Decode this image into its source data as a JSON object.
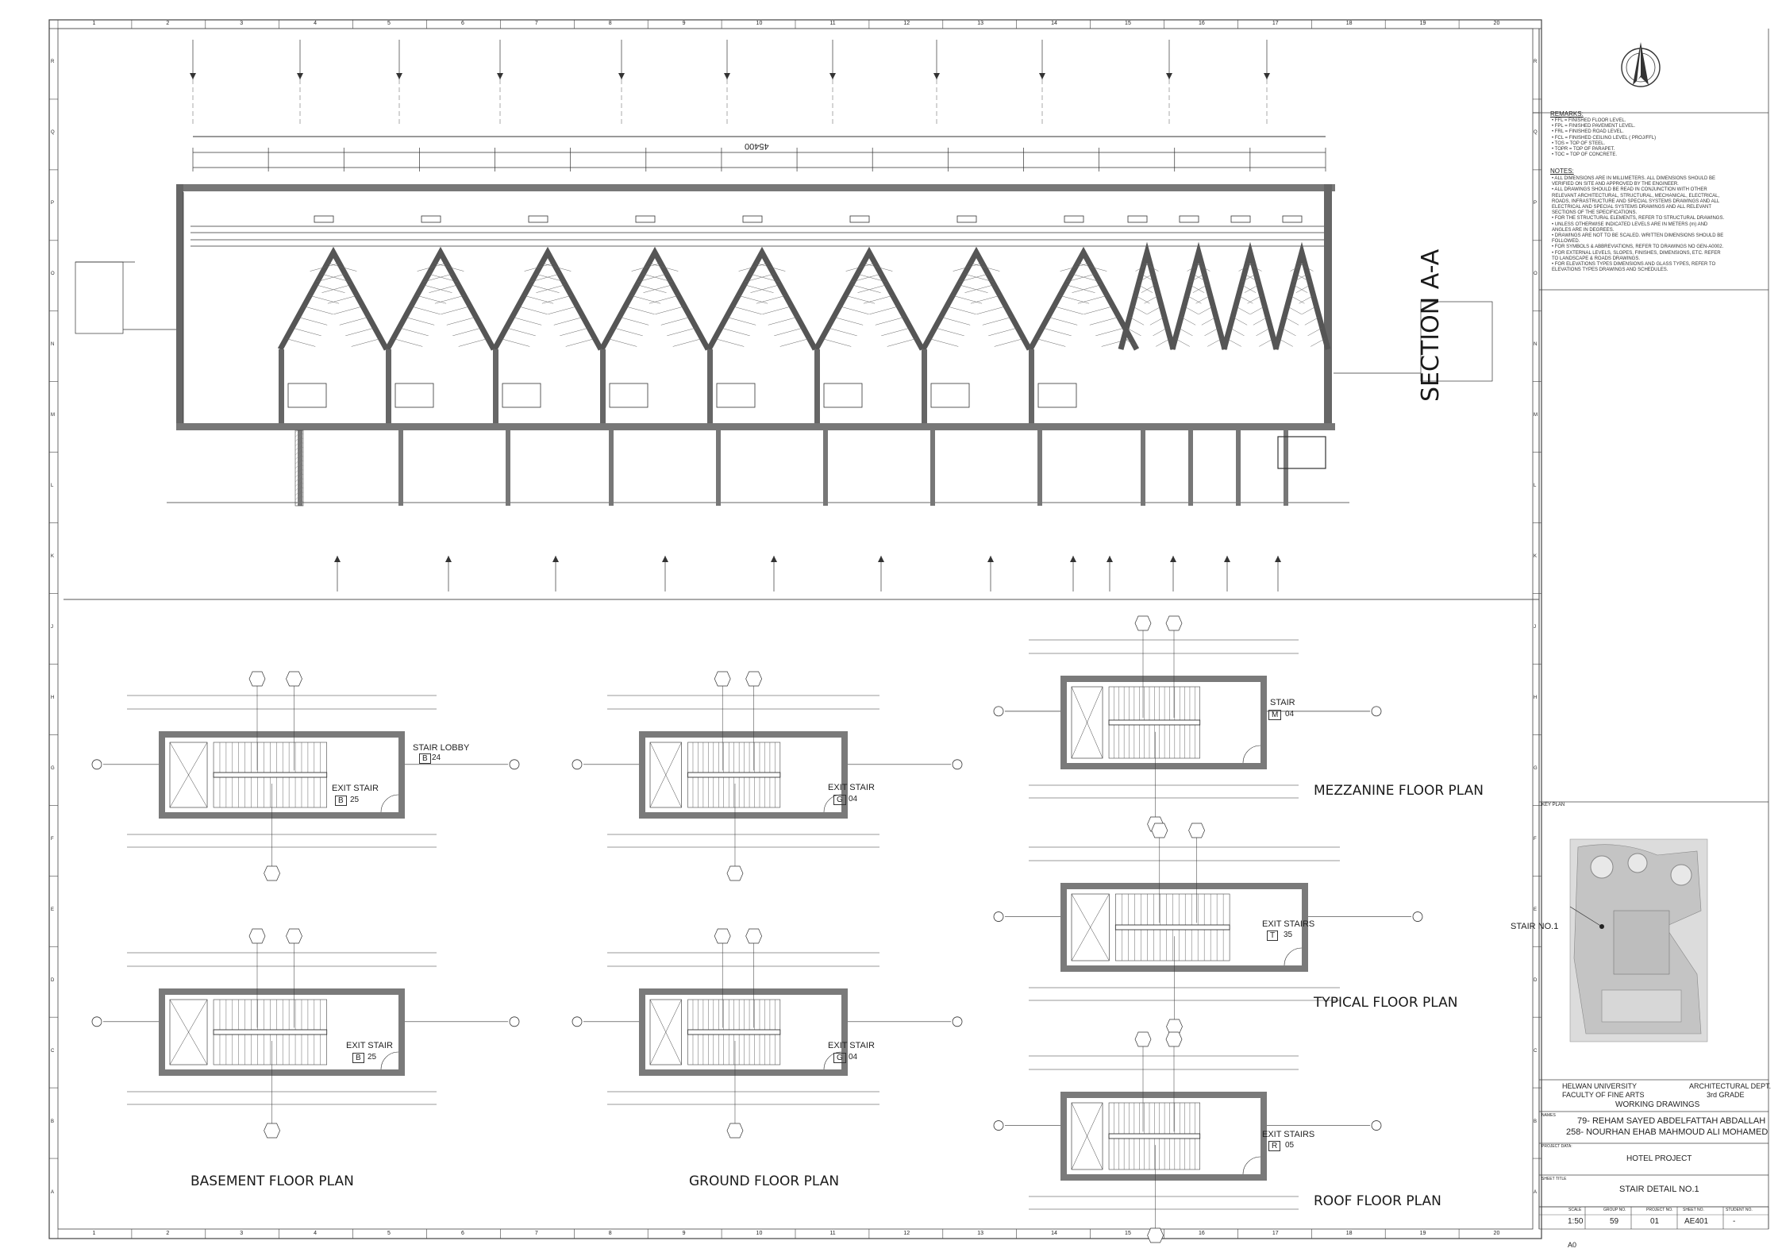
{
  "grid": {
    "columns": [
      "1",
      "2",
      "3",
      "4",
      "5",
      "6",
      "7",
      "8",
      "9",
      "10",
      "11",
      "12",
      "13",
      "14",
      "15",
      "16",
      "17",
      "18",
      "19",
      "20"
    ],
    "rows": [
      "R",
      "Q",
      "P",
      "O",
      "N",
      "M",
      "L",
      "K",
      "J",
      "H",
      "G",
      "F",
      "E",
      "D",
      "C",
      "B",
      "A"
    ]
  },
  "section": {
    "title": "SECTION A-A",
    "overall_dimension": "45400"
  },
  "plans": [
    {
      "title": "BASEMENT FLOOR PLAN",
      "tag1_label": "STAIR LOBBY",
      "tag1_code": "B",
      "tag1_num": "24",
      "tag2_label": "EXIT STAIR",
      "tag2_code": "B",
      "tag2_num": "25"
    },
    {
      "title": "GROUND FLOOR PLAN",
      "tag_label": "EXIT STAIR",
      "tag_code": "G",
      "tag_num": "04"
    },
    {
      "title": "MEZZANINE FLOOR PLAN",
      "tag_label": "STAIR",
      "tag_code": "M",
      "tag_num": "04"
    },
    {
      "title": "TYPICAL FLOOR PLAN",
      "tag_label": "EXIT STAIRS",
      "tag_code": "T",
      "tag_num": "35"
    },
    {
      "title": "ROOF FLOOR PLAN",
      "tag_label": "EXIT STAIRS",
      "tag_code": "R",
      "tag_num": "05"
    }
  ],
  "basement_second": {
    "tag_label": "EXIT STAIR",
    "tag_code": "B",
    "tag_num": "25"
  },
  "ground_second": {
    "tag_label": "EXIT STAIR",
    "tag_code": "G",
    "tag_num": "04"
  },
  "title_block": {
    "remarks_heading": "REMARKS:",
    "remarks": [
      [
        "FFL",
        "= FINISHED FLOOR LEVEL."
      ],
      [
        "FPL",
        "= FINISHED PAVEMENT LEVEL."
      ],
      [
        "FRL",
        "= FINISHED ROAD LEVEL."
      ],
      [
        "FCL",
        "= FINISHED CEILING LEVEL ( PROJ/FFL)"
      ],
      [
        "TOS",
        "= TOP OF STEEL."
      ],
      [
        "TOPR",
        "= TOP OF PARAPET."
      ],
      [
        "TOC",
        "= TOP OF CONCRETE."
      ]
    ],
    "notes_heading": "NOTES:",
    "notes": [
      "ALL DIMENSIONS ARE IN MILLIMETERS. ALL DIMENSIONS SHOULD BE VERIFIED ON SITE AND APPROVED BY THE ENGINEER.",
      "ALL DRAWINGS SHOULD BE READ IN CONJUNCTION WITH OTHER RELEVANT ARCHITECTURAL, STRUCTURAL, MECHANICAL, ELECTRICAL, ROADS, INFRASTRUCTURE AND SPECIAL SYSTEMS DRAWINGS AND ALL ELECTRICAL AND SPECIAL SYSTEMS DRAWINGS AND ALL RELEVANT SECTIONS OF THE SPECIFICATIONS.",
      "FOR THE STRUCTURAL ELEMENTS, REFER TO STRUCTURAL DRAWINGS.",
      "UNLESS OTHERWISE INDICATED LEVELS ARE IN METERS (m) AND ANGLES ARE IN DEGREES.",
      "DRAWINGS ARE NOT TO BE SCALED. WRITTEN DIMENSIONS SHOULD BE FOLLOWED.",
      "FOR SYMBOLS & ABBREVIATIONS, REFER TO DRAWINGS NO GEN-A0002.",
      "FOR EXTERNAL LEVELS, SLOPES, FINISHES, DIMENSIONS, ETC. REFER TO LANDSCAPE & ROADS DRAWINGS.",
      "FOR ELEVATIONS TYPES DIMENSIONS AND GLASS TYPES, REFER TO ELEVATIONS TYPES DRAWINGS AND SCHEDULES."
    ],
    "key_plan_label": "KEY PLAN",
    "key_plan_marker": "STAIR NO.1",
    "university": "HELWAN UNIVERSITY",
    "faculty": "FACULTY OF FINE ARTS",
    "department": "ARCHITECTURAL DEPT.",
    "grade": "3rd GRADE",
    "drawing_type": "WORKING DRAWINGS",
    "names_label": "NAMES",
    "student1": "79- REHAM SAYED ABDELFATTAH ABDALLAH",
    "student2": "258- NOURHAN EHAB MAHMOUD ALI MOHAMED",
    "project_label": "PROJECT DATA:",
    "project": "HOTEL PROJECT",
    "sheet_title_label": "SHEET TITLE",
    "sheet_title": "STAIR DETAIL NO.1",
    "table_headers": [
      "SCALE",
      "GROUP NO.",
      "PROJECT NO.",
      "SHEET NO.",
      "STUDENT NO."
    ],
    "table_values": [
      "1:50",
      "59",
      "01",
      "AE401",
      "-"
    ],
    "paper_size": "A0"
  },
  "colors": {
    "ink": "#333333",
    "wall": "#6e6e6e",
    "paper": "#ffffff"
  }
}
